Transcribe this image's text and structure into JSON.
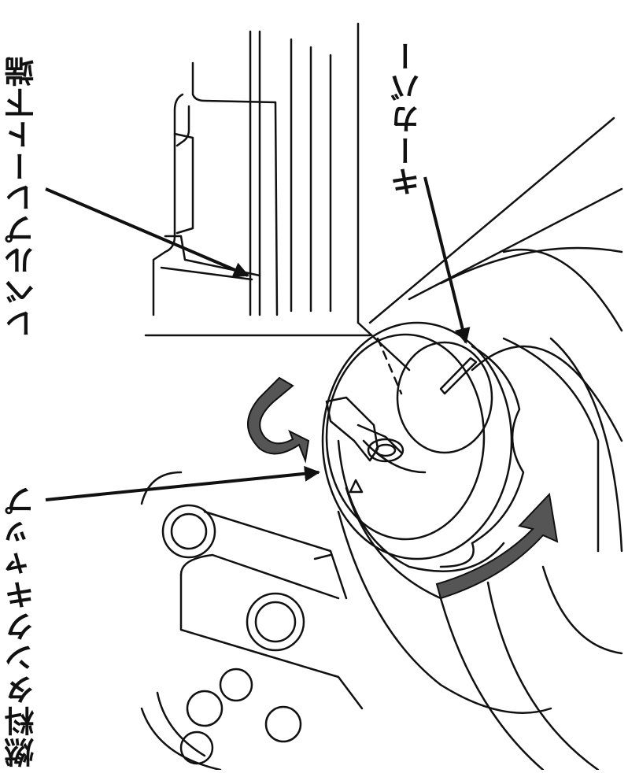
{
  "labels": {
    "level_plate_bottom": "レベルプレート下端",
    "key_cover": "キーカバー",
    "fuel_tank_cap": "燃料タンクキャップ"
  },
  "icons": {
    "rotate_arrow": "counterclockwise-arrow-icon",
    "sweep_arrow": "clockwise-arrow-icon",
    "cap_marker": "triangle-marker-icon"
  },
  "colors": {
    "line": "#111111",
    "arrow_fill": "#555555",
    "background": "#ffffff"
  }
}
